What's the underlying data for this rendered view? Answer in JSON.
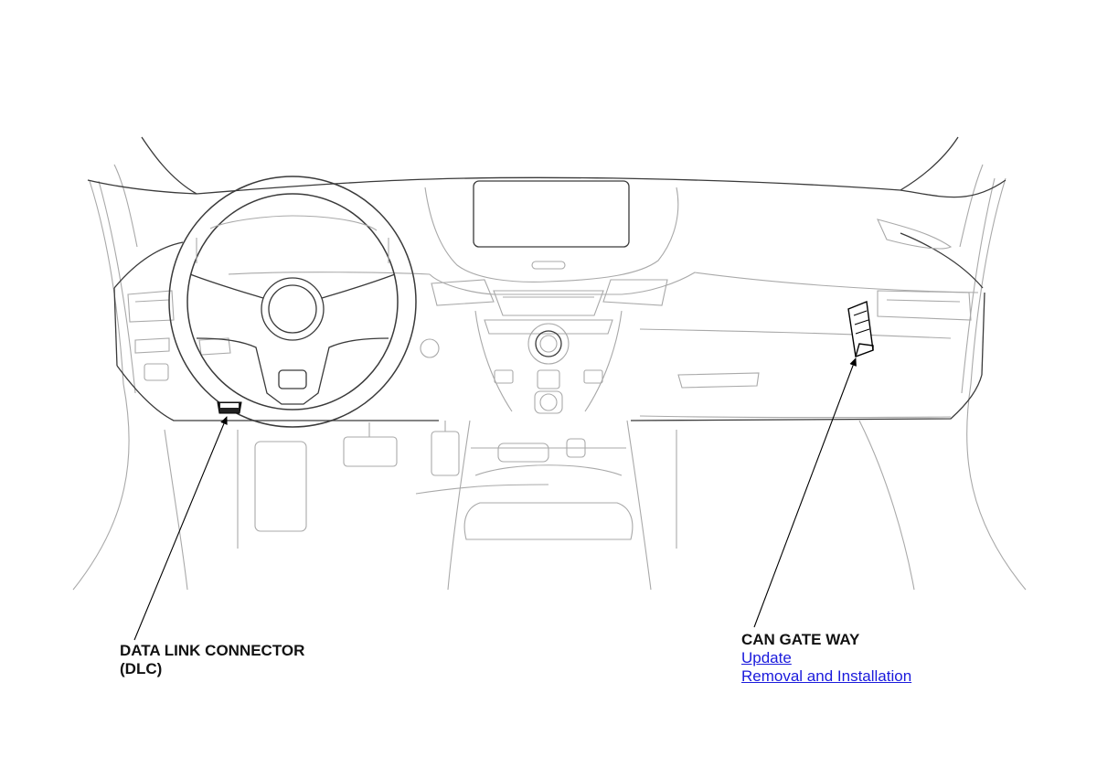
{
  "labels": {
    "dlc_line1": "DATA LINK CONNECTOR",
    "dlc_line2": "(DLC)",
    "can_title": "CAN GATE WAY"
  },
  "links": {
    "update": "Update",
    "removal": "Removal and Installation"
  },
  "colors": {
    "outline_dark": "#3a3a3a",
    "outline_light": "#a9a9a9",
    "link": "#1a1adc"
  }
}
